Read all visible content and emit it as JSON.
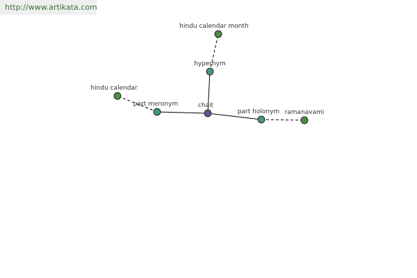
{
  "source_url": "http://www.artikata.com",
  "graph": {
    "colors": {
      "central": "#5a5a9e",
      "relation": "#4e8f8f",
      "term": "#4f8a44"
    },
    "nodes": [
      {
        "id": "chait",
        "label": "chait",
        "kind": "central"
      },
      {
        "id": "hypernym",
        "label": "hypernym",
        "kind": "relation"
      },
      {
        "id": "hindu_calendar_month",
        "label": "hindu calendar month",
        "kind": "term"
      },
      {
        "id": "part_meronym",
        "label": "part meronym",
        "kind": "relation"
      },
      {
        "id": "hindu_calendar",
        "label": "hindu calendar",
        "kind": "term"
      },
      {
        "id": "part_holonym",
        "label": "part holonym",
        "kind": "relation"
      },
      {
        "id": "ramanavami",
        "label": "ramanavami",
        "kind": "term"
      }
    ],
    "edges": [
      {
        "from": "chait",
        "to": "hypernym",
        "style": "solid"
      },
      {
        "from": "hypernym",
        "to": "hindu_calendar_month",
        "style": "dashed"
      },
      {
        "from": "chait",
        "to": "part_meronym",
        "style": "solid"
      },
      {
        "from": "part_meronym",
        "to": "hindu_calendar",
        "style": "dashed"
      },
      {
        "from": "chait",
        "to": "part_holonym",
        "style": "solid"
      },
      {
        "from": "part_holonym",
        "to": "ramanavami",
        "style": "dashed"
      }
    ]
  }
}
